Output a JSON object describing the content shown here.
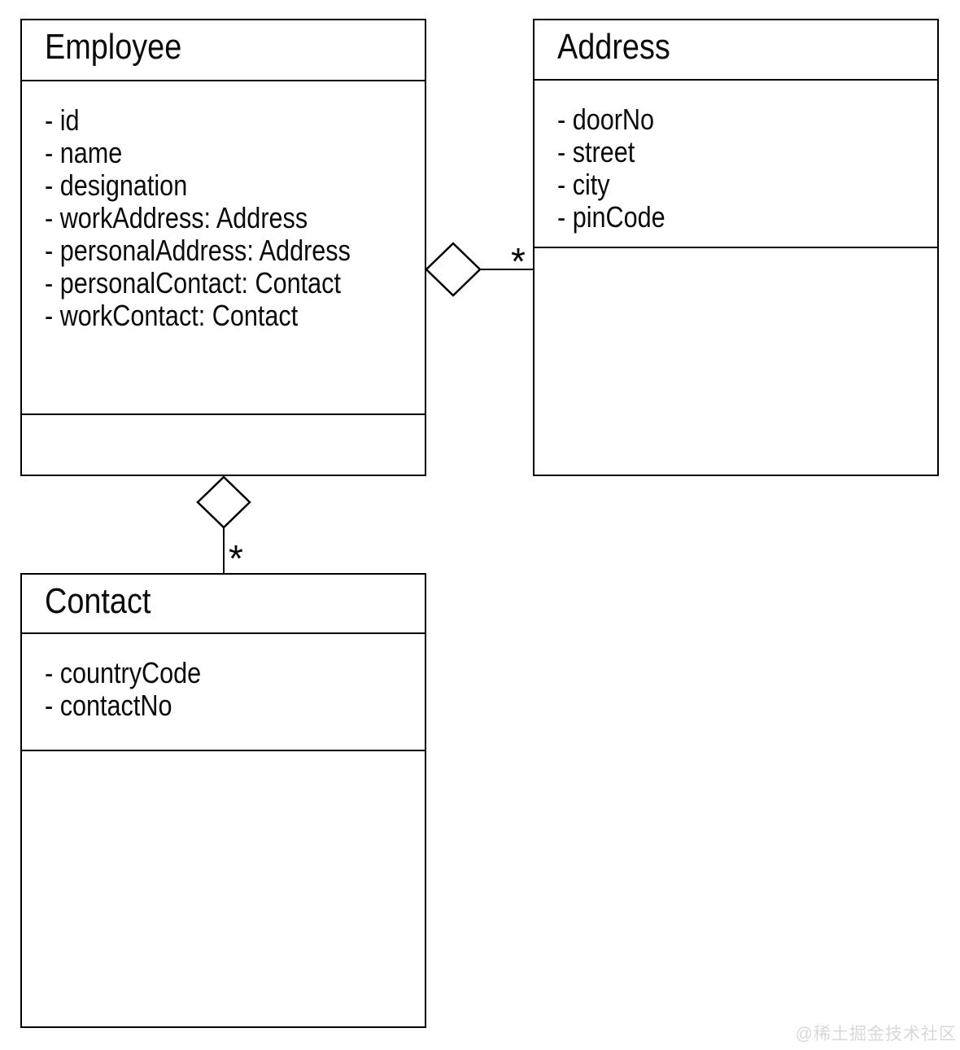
{
  "diagram": {
    "classes": {
      "employee": {
        "name": "Employee",
        "attributes": [
          "- id",
          "- name",
          "- designation",
          "- workAddress: Address",
          "- personalAddress: Address",
          "- personalContact: Contact",
          "- workContact: Contact"
        ]
      },
      "address": {
        "name": "Address",
        "attributes": [
          "- doorNo",
          "- street",
          "- city",
          "- pinCode"
        ]
      },
      "contact": {
        "name": "Contact",
        "attributes": [
          "- countryCode",
          "- contactNo"
        ]
      }
    },
    "relations": {
      "employee_address": {
        "type": "aggregation",
        "from": "Employee",
        "to": "Address",
        "multiplicity": "*"
      },
      "employee_contact": {
        "type": "aggregation",
        "from": "Employee",
        "to": "Contact",
        "multiplicity": "*"
      }
    },
    "colors": {
      "line": "#000000",
      "background": "#ffffff",
      "watermark": "#d8d8d8"
    }
  },
  "watermark": "@稀土掘金技术社区"
}
